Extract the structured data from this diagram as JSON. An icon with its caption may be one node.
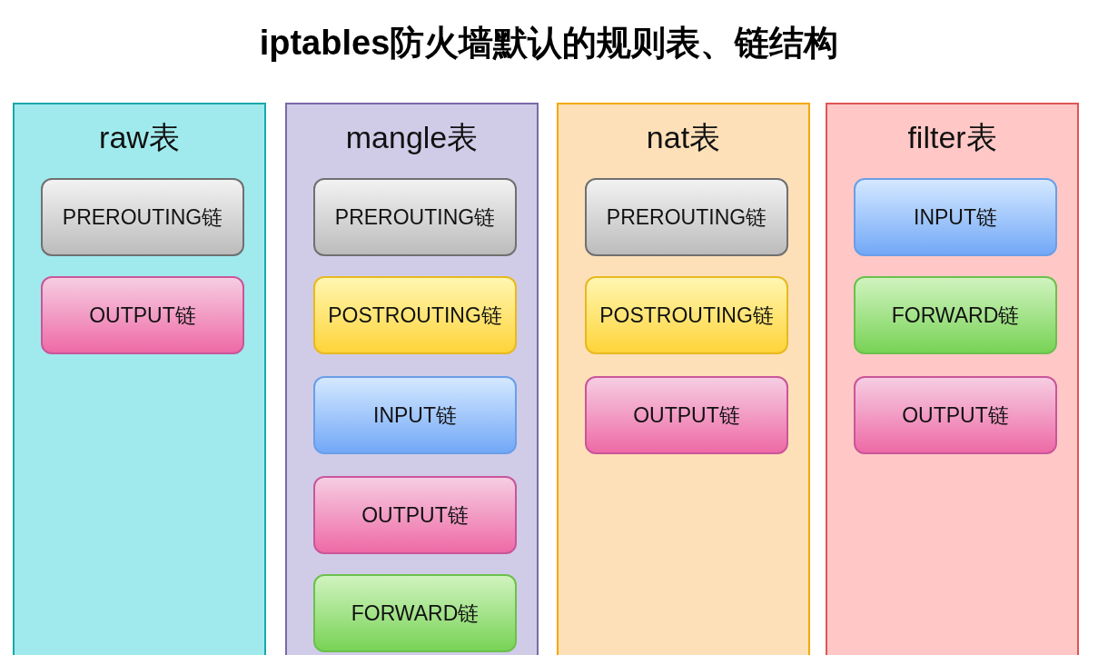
{
  "diagram": {
    "title": "iptables防火墙默认的规则表、链结构",
    "nodes": [
      {
        "text": [
          "raw表"
        ]
      },
      {
        "text": [
          "PREROUTING链"
        ],
        "in": 0
      },
      {
        "text": [
          "OUTPUT链"
        ],
        "in": 0
      },
      {
        "text": [
          "mangle表"
        ]
      },
      {
        "text": [
          "PREROUTING链"
        ],
        "in": 3
      },
      {
        "text": [
          "POSTROUTING链"
        ],
        "in": 3
      },
      {
        "text": [
          "INPUT链"
        ],
        "in": 3
      },
      {
        "text": [
          "OUTPUT链"
        ],
        "in": 3
      },
      {
        "text": [
          "FORWARD链"
        ],
        "in": 3
      },
      {
        "text": [
          "nat表"
        ]
      },
      {
        "text": [
          "PREROUTING链"
        ],
        "in": 9
      },
      {
        "text": [
          "POSTROUTING链"
        ],
        "in": 9
      },
      {
        "text": [
          "OUTPUT链"
        ],
        "in": 9
      },
      {
        "text": [
          "filter表"
        ]
      },
      {
        "text": [
          "INPUT链"
        ],
        "in": 13
      },
      {
        "text": [
          "FORWARD链"
        ],
        "in": 13
      },
      {
        "text": [
          "OUTPUT链"
        ],
        "in": 13
      }
    ],
    "edges": []
  }
}
